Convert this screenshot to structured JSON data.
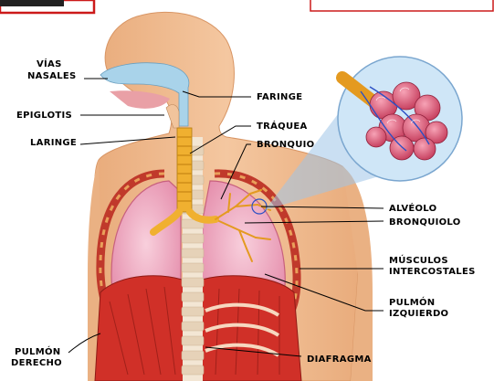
{
  "colors": {
    "skin": "#f2c094",
    "skin_shadow": "#e2a674",
    "airway": "#a9d3ea",
    "lung": "#f4b6cb",
    "lung_dark": "#e58eac",
    "trachea": "#f0b030",
    "rib": "#c0392b",
    "diaphragm": "#d03028",
    "frame_red": "#cc1a1a",
    "bronchi_orange": "#e49a20"
  },
  "labels": {
    "vias_nasales_1": "VÍAS",
    "vias_nasales_2": "NASALES",
    "epiglotis": "EPIGLOTIS",
    "laringe": "LARINGE",
    "faringe": "FARINGE",
    "traquea": "TRÁQUEA",
    "bronquio": "BRONQUIO",
    "alveolo": "ALVÉOLO",
    "bronquiolo": "BRONQUIOLO",
    "musculos_1": "MÚSCULOS",
    "musculos_2": "INTERCOSTALES",
    "pulmon_izq_1": "PULMÓN",
    "pulmon_izq_2": "IZQUIERDO",
    "pulmon_der_1": "PULMÓN",
    "pulmon_der_2": "DERECHO",
    "diafragma": "DIAFRAGMA"
  }
}
